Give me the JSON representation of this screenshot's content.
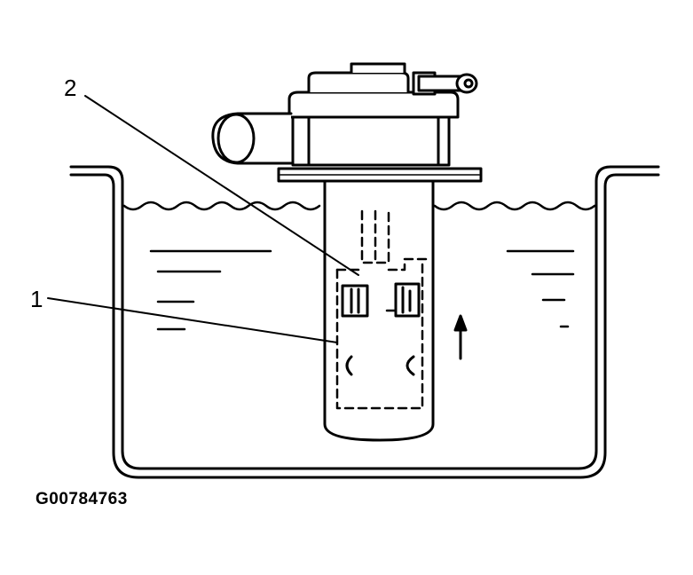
{
  "diagram": {
    "callouts": [
      {
        "label": "1"
      },
      {
        "label": "2"
      }
    ],
    "figure_id": "G00784763",
    "colors": {
      "ink": "#000000",
      "paper": "#ffffff"
    }
  }
}
